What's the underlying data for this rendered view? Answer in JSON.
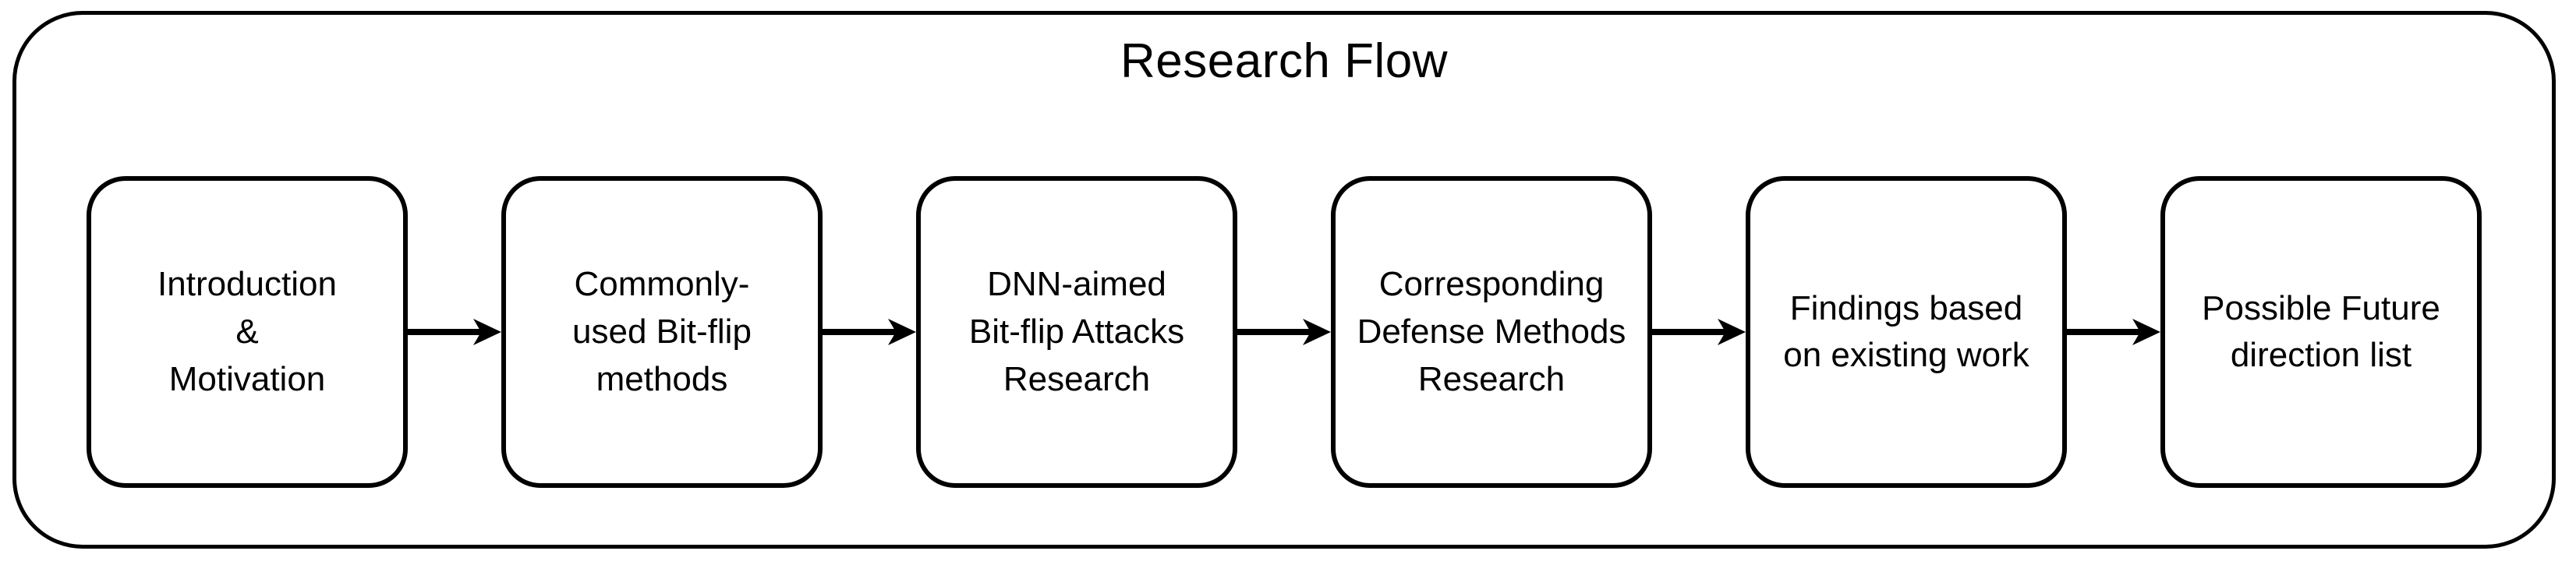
{
  "diagram": {
    "title": "Research Flow",
    "type": "flowchart",
    "direction": "left-to-right",
    "colors": {
      "stroke": "#000000",
      "background": "#ffffff",
      "text": "#000000"
    },
    "nodes": [
      {
        "id": "introduction-motivation",
        "label": "Introduction\n&\nMotivation"
      },
      {
        "id": "bitflip-methods",
        "label": "Commonly-\nused Bit-flip\nmethods"
      },
      {
        "id": "dnn-bitflip-attacks",
        "label": "DNN-aimed\nBit-flip Attacks\nResearch"
      },
      {
        "id": "defense-methods",
        "label": "Corresponding\nDefense Methods\nResearch"
      },
      {
        "id": "findings",
        "label": "Findings based\non existing work"
      },
      {
        "id": "future-directions",
        "label": "Possible Future\ndirection list"
      }
    ],
    "connections": [
      {
        "from": "introduction-motivation",
        "to": "bitflip-methods"
      },
      {
        "from": "bitflip-methods",
        "to": "dnn-bitflip-attacks"
      },
      {
        "from": "dnn-bitflip-attacks",
        "to": "defense-methods"
      },
      {
        "from": "defense-methods",
        "to": "findings"
      },
      {
        "from": "findings",
        "to": "future-directions"
      }
    ]
  }
}
